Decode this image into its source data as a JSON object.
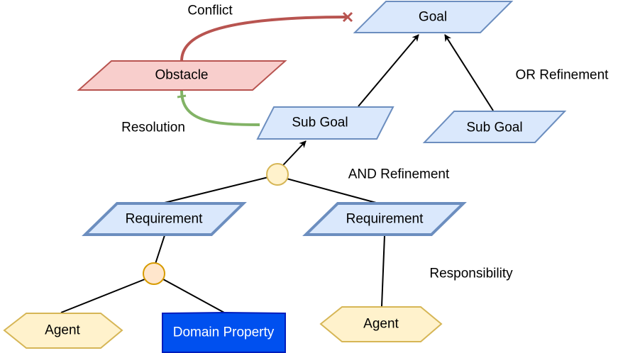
{
  "nodes": {
    "goal": "Goal",
    "obstacle": "Obstacle",
    "sub_goal_left": "Sub Goal",
    "sub_goal_right": "Sub Goal",
    "requirement_left": "Requirement",
    "requirement_right": "Requirement",
    "agent_left": "Agent",
    "domain_property": "Domain Property",
    "agent_right": "Agent"
  },
  "edge_labels": {
    "conflict": "Conflict",
    "resolution": "Resolution",
    "or_refinement": "OR Refinement",
    "and_refinement": "AND Refinement",
    "responsibility": "Responsibility"
  },
  "colors": {
    "goal_fill": "#dae8fc",
    "goal_stroke": "#6c8ebf",
    "obstacle_fill": "#f8cecc",
    "obstacle_stroke": "#b85450",
    "conflict_edge": "#b85450",
    "resolution_edge": "#82b366",
    "agent_fill": "#fff2cc",
    "agent_stroke": "#d6b656",
    "domain_fill": "#0050ef",
    "domain_stroke": "#001dbc",
    "domain_text": "#ffffff",
    "junction_fill": "#ffe6cc",
    "junction_stroke": "#d79b00"
  }
}
